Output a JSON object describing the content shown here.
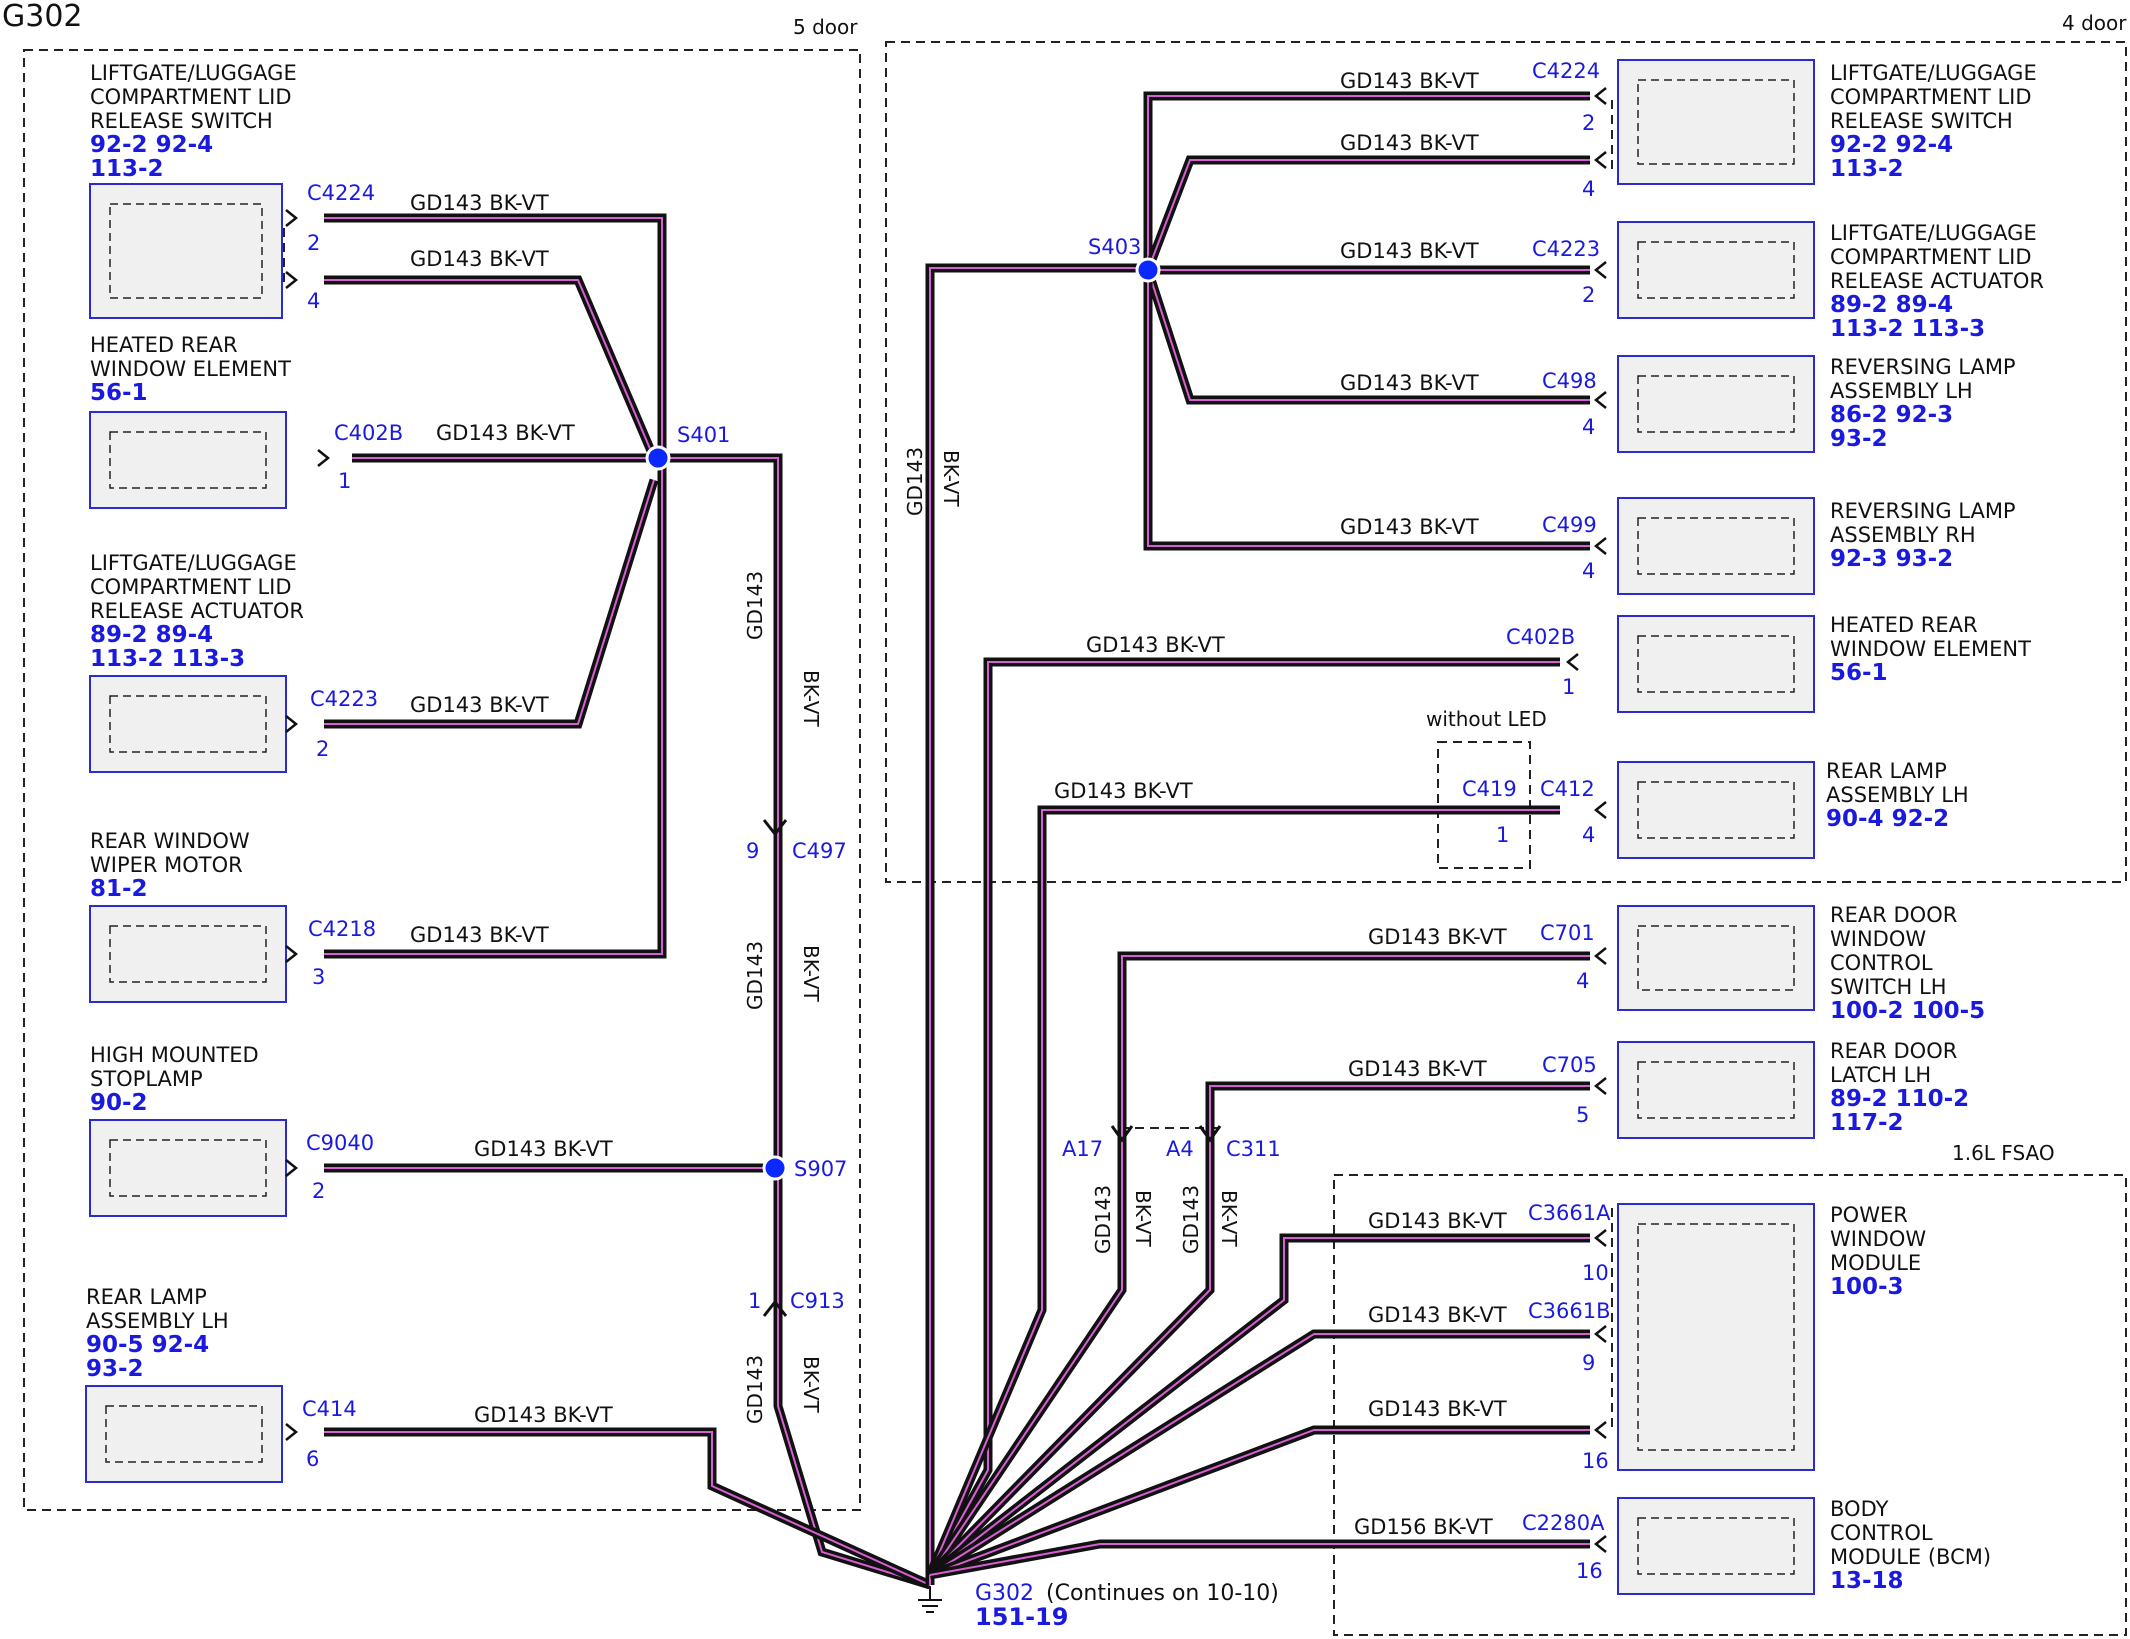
{
  "page_title": "G302",
  "region_labels": {
    "five_door": "5 door",
    "four_door": "4 door",
    "fsao": "1.6L FSAO",
    "without_led": "without LED"
  },
  "colors": {
    "wire_outer": "#111111",
    "wire_inner": "#d65fd2",
    "splice": "#0b28ff",
    "connector_text": "#1a1adf",
    "component_fill": "#f0f0f0",
    "component_border": "#2b2bd0"
  },
  "wire_label": "GD143  BK-VT",
  "wire_label_bcm": "GD156  BK-VT",
  "wire_vertical": {
    "circuit": "GD143",
    "color": "BK-VT"
  },
  "splices": [
    "S401",
    "S907",
    "S403"
  ],
  "inline_connectors": {
    "c497": {
      "name": "C497",
      "pin": "9"
    },
    "c913": {
      "name": "C913",
      "pin": "1"
    },
    "c419": {
      "name": "C419",
      "pin": "1"
    },
    "c311": {
      "name": "C311",
      "pin_a17": "A17",
      "pin_a4": "A4"
    }
  },
  "ground": {
    "name": "G302",
    "note": "(Continues on 10-10)",
    "ref": "151-19"
  },
  "left_components": [
    {
      "lines": [
        "LIFTGATE/LUGGAGE",
        "COMPARTMENT LID",
        "RELEASE SWITCH"
      ],
      "refs": [
        "92-2  92-4",
        "113-2"
      ],
      "connector": "C4224",
      "pins": [
        "2",
        "4"
      ]
    },
    {
      "lines": [
        "HEATED REAR",
        "WINDOW ELEMENT"
      ],
      "refs": [
        "56-1"
      ],
      "connector": "C402B",
      "pins": [
        "1"
      ]
    },
    {
      "lines": [
        "LIFTGATE/LUGGAGE",
        "COMPARTMENT LID",
        "RELEASE ACTUATOR"
      ],
      "refs": [
        "89-2  89-4",
        "113-2 113-3"
      ],
      "connector": "C4223",
      "pins": [
        "2"
      ]
    },
    {
      "lines": [
        "REAR WINDOW",
        "WIPER MOTOR"
      ],
      "refs": [
        "81-2"
      ],
      "connector": "C4218",
      "pins": [
        "3"
      ]
    },
    {
      "lines": [
        "HIGH MOUNTED",
        "STOPLAMP"
      ],
      "refs": [
        "90-2"
      ],
      "connector": "C9040",
      "pins": [
        "2"
      ]
    },
    {
      "lines": [
        "REAR LAMP",
        "ASSEMBLY LH"
      ],
      "refs": [
        "90-5  92-4",
        "93-2"
      ],
      "connector": "C414",
      "pins": [
        "6"
      ]
    }
  ],
  "right_components": [
    {
      "lines": [
        "LIFTGATE/LUGGAGE",
        "COMPARTMENT LID",
        "RELEASE SWITCH"
      ],
      "refs": [
        "92-2  92-4",
        "113-2"
      ],
      "connector": "C4224",
      "pins": [
        "2",
        "4"
      ]
    },
    {
      "lines": [
        "LIFTGATE/LUGGAGE",
        "COMPARTMENT LID",
        "RELEASE ACTUATOR"
      ],
      "refs": [
        "89-2  89-4",
        "113-2 113-3"
      ],
      "connector": "C4223",
      "pins": [
        "2"
      ]
    },
    {
      "lines": [
        "REVERSING LAMP",
        "ASSEMBLY LH"
      ],
      "refs": [
        "86-2  92-3",
        "93-2"
      ],
      "connector": "C498",
      "pins": [
        "4"
      ]
    },
    {
      "lines": [
        "REVERSING LAMP",
        "ASSEMBLY RH"
      ],
      "refs": [
        "92-3  93-2"
      ],
      "connector": "C499",
      "pins": [
        "4"
      ]
    },
    {
      "lines": [
        "HEATED REAR",
        "WINDOW ELEMENT"
      ],
      "refs": [
        "56-1"
      ],
      "connector": "C402B",
      "pins": [
        "1"
      ]
    },
    {
      "lines": [
        "REAR LAMP",
        "ASSEMBLY LH"
      ],
      "refs": [
        "90-4  92-2"
      ],
      "connector": "C412",
      "pins": [
        "4"
      ]
    },
    {
      "lines": [
        "REAR DOOR",
        "WINDOW",
        "CONTROL",
        "SWITCH LH"
      ],
      "refs": [
        "100-2 100-5"
      ],
      "connector": "C701",
      "pins": [
        "4"
      ]
    },
    {
      "lines": [
        "REAR DOOR",
        "LATCH LH"
      ],
      "refs": [
        "89-2  110-2",
        "117-2"
      ],
      "connector": "C705",
      "pins": [
        "5"
      ]
    },
    {
      "lines": [
        "POWER",
        "WINDOW",
        "MODULE"
      ],
      "refs": [
        "100-3"
      ],
      "connectors": [
        "C3661A",
        "C3661B"
      ],
      "pins": [
        "10",
        "9",
        "16"
      ]
    },
    {
      "lines": [
        "BODY",
        "CONTROL",
        "MODULE (BCM)"
      ],
      "refs": [
        "13-18"
      ],
      "connector": "C2280A",
      "pins": [
        "16"
      ]
    }
  ]
}
